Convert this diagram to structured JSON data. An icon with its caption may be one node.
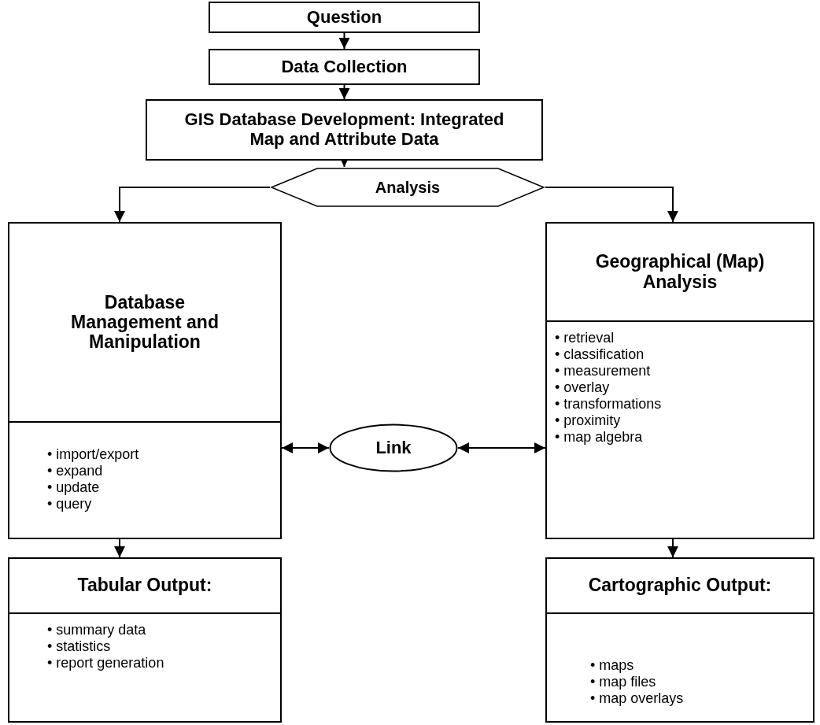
{
  "diagram": {
    "nodes": [
      {
        "text": [
          "Question"
        ]
      },
      {
        "text": [
          "Data Collection"
        ]
      },
      {
        "text": [
          "GIS Database Development: Integrated Map and Attribute Data"
        ]
      },
      {
        "text": [
          "Analysis"
        ]
      },
      {
        "text": [
          "Database Management and Manipulation",
          "• import/export",
          "• expand",
          "• update",
          "• query"
        ]
      },
      {
        "text": [
          "Link"
        ]
      },
      {
        "text": [
          "Geographical (Map) Analysis",
          "• retrieval",
          "• classification",
          "• measurement",
          "• overlay",
          "• transformations",
          "• proximity",
          "• map algebra"
        ]
      },
      {
        "text": [
          "Tabular Output:",
          "• summary data",
          "• statistics",
          "• report generation"
        ]
      },
      {
        "text": [
          "Cartographic Output:",
          "• maps",
          "• map files",
          "• map overlays"
        ]
      }
    ],
    "edges": [
      {
        "from": 0,
        "to": 1,
        "arrow": "to"
      },
      {
        "from": 1,
        "to": 2,
        "arrow": "to"
      },
      {
        "from": 2,
        "to": 3,
        "arrow": "to"
      },
      {
        "from": 3,
        "to": 4,
        "arrow": "to"
      },
      {
        "from": 3,
        "to": 6,
        "arrow": "to"
      },
      {
        "from": 4,
        "to": 5,
        "arrow": "both"
      },
      {
        "from": 5,
        "to": 6,
        "arrow": "both"
      },
      {
        "from": 4,
        "to": 7,
        "arrow": "to"
      },
      {
        "from": 6,
        "to": 8,
        "arrow": "to"
      }
    ]
  }
}
